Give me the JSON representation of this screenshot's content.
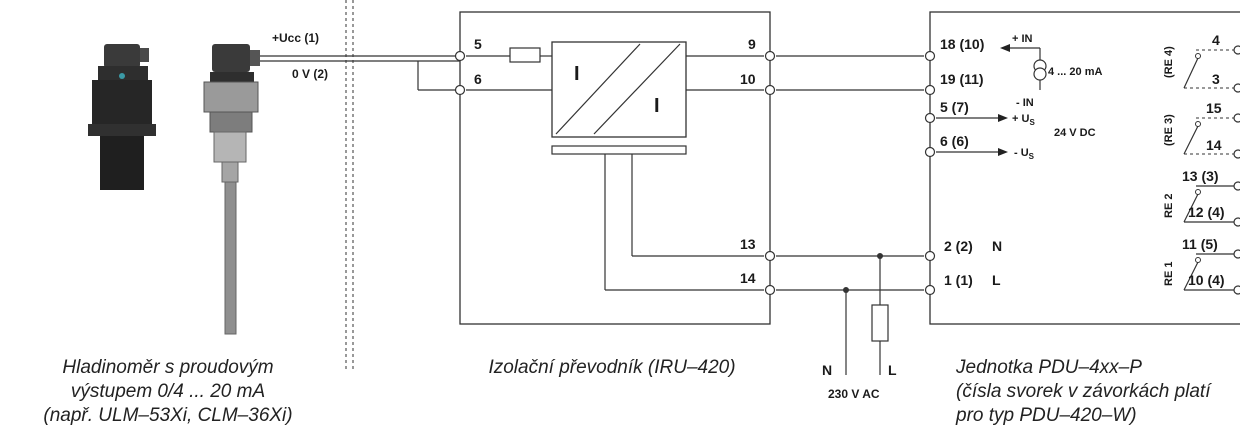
{
  "sensor": {
    "labels": {
      "ucc": "+Ucc (1)",
      "zero": "0 V (2)"
    },
    "caption": [
      "Hladinoměr s proudovým",
      "výstupem 0/4 ... 20 mA",
      "(např. ULM–53Xi, CLM–36Xi)"
    ]
  },
  "converter": {
    "terminals": {
      "t5": "5",
      "t6": "6",
      "t9": "9",
      "t10": "10",
      "t13": "13",
      "t14": "14"
    },
    "iso_labels": {
      "in": "I",
      "out": "I"
    },
    "caption": "Izolační převodník (IRU–420)"
  },
  "mains": {
    "n": "N",
    "l": "L",
    "voltage": "230 V AC"
  },
  "unit": {
    "terminals": {
      "t18": "18 (10)",
      "t19": "19 (11)",
      "t5": "5 (7)",
      "t6": "6 (6)",
      "t2": "2 (2)",
      "t1": "1 (1)",
      "n": "N",
      "l": "L"
    },
    "signals": {
      "in_plus": "+ IN",
      "in_minus": "- IN",
      "current": "4 ... 20 mA",
      "us_plus": "+ U",
      "us_minus": "- U",
      "us_sub": "S",
      "supply": "24 V DC"
    },
    "relays": [
      {
        "name": "RE 4",
        "t_top": "4",
        "t_bot": "3",
        "bracketed": true
      },
      {
        "name": "RE 3",
        "t_top": "15",
        "t_bot": "14",
        "bracketed": true
      },
      {
        "name": "RE 2",
        "t_top": "13 (3)",
        "t_bot": "12 (4)",
        "bracketed": false
      },
      {
        "name": "RE 1",
        "t_top": "11 (5)",
        "t_bot": "10 (4)",
        "bracketed": false
      }
    ],
    "caption": [
      "Jednotka PDU–4xx–P",
      "(čísla svorek v závorkách platí",
      "pro typ PDU–420–W)"
    ]
  },
  "colors": {
    "line": "#333333",
    "sensor_body": "#2a2a2a",
    "sensor_metal": "#9a9a9a"
  }
}
